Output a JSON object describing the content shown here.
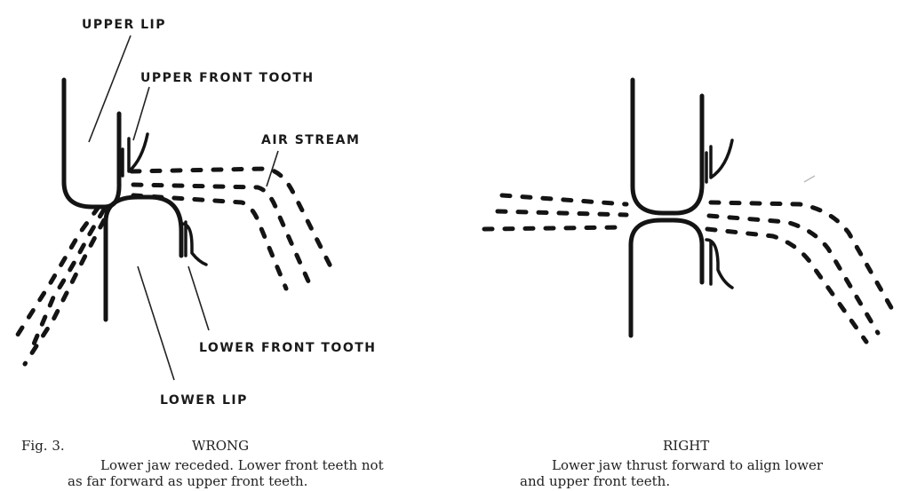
{
  "figure": {
    "number": "Fig. 3.",
    "labels": {
      "upper_lip": "UPPER LIP",
      "upper_front_tooth": "UPPER FRONT TOOTH",
      "air_stream": "AIR STREAM",
      "lower_front_tooth": "LOWER FRONT TOOTH",
      "lower_lip": "LOWER LIP"
    }
  },
  "captions": {
    "wrong": {
      "title": "WRONG",
      "line1": "Lower jaw receded. Lower front teeth not",
      "line2": "as far forward as upper front teeth."
    },
    "right": {
      "title": "RIGHT",
      "line1": "Lower jaw thrust forward to align lower",
      "line2": "and upper front teeth."
    }
  }
}
